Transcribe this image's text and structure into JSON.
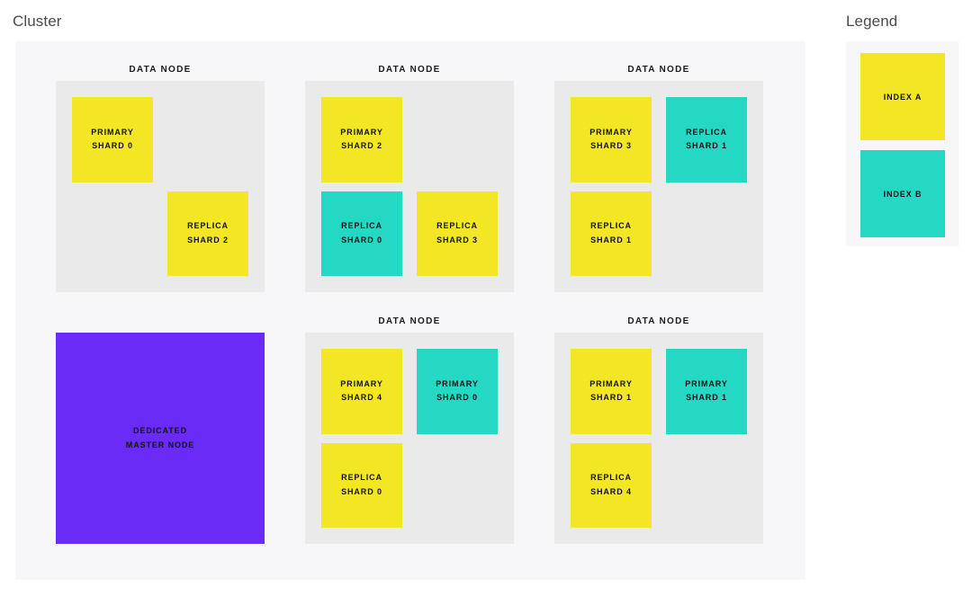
{
  "cluster": {
    "title": "Cluster",
    "node_label": "DATA NODE",
    "nodes": [
      {
        "label": "DATA NODE",
        "shards": [
          {
            "kind": "PRIMARY",
            "shard": "SHARD 0",
            "index": "index-a"
          },
          {
            "kind": "",
            "shard": "",
            "index": "empty"
          },
          {
            "kind": "",
            "shard": "",
            "index": "empty"
          },
          {
            "kind": "REPLICA",
            "shard": "SHARD 2",
            "index": "index-a"
          }
        ]
      },
      {
        "label": "DATA NODE",
        "shards": [
          {
            "kind": "PRIMARY",
            "shard": "SHARD 2",
            "index": "index-a"
          },
          {
            "kind": "",
            "shard": "",
            "index": "empty"
          },
          {
            "kind": "REPLICA",
            "shard": "SHARD 0",
            "index": "index-b"
          },
          {
            "kind": "REPLICA",
            "shard": "SHARD 3",
            "index": "index-a"
          }
        ]
      },
      {
        "label": "DATA NODE",
        "shards": [
          {
            "kind": "PRIMARY",
            "shard": "SHARD 3",
            "index": "index-a"
          },
          {
            "kind": "REPLICA",
            "shard": "SHARD 1",
            "index": "index-b"
          },
          {
            "kind": "REPLICA",
            "shard": "SHARD 1",
            "index": "index-a"
          },
          {
            "kind": "",
            "shard": "",
            "index": "empty"
          }
        ]
      },
      {
        "label": "DATA NODE",
        "shards": [
          {
            "kind": "PRIMARY",
            "shard": "SHARD 4",
            "index": "index-a"
          },
          {
            "kind": "PRIMARY",
            "shard": "SHARD 0",
            "index": "index-b"
          },
          {
            "kind": "REPLICA",
            "shard": "SHARD 0",
            "index": "index-a"
          },
          {
            "kind": "",
            "shard": "",
            "index": "empty"
          }
        ]
      },
      {
        "label": "DATA NODE",
        "shards": [
          {
            "kind": "PRIMARY",
            "shard": "SHARD 1",
            "index": "index-a"
          },
          {
            "kind": "PRIMARY",
            "shard": "SHARD 1",
            "index": "index-b"
          },
          {
            "kind": "REPLICA",
            "shard": "SHARD 4",
            "index": "index-a"
          },
          {
            "kind": "",
            "shard": "",
            "index": "empty"
          }
        ]
      }
    ],
    "master_node": {
      "line1": "DEDICATED",
      "line2": "MASTER NODE"
    }
  },
  "legend": {
    "title": "Legend",
    "items": [
      {
        "label": "INDEX A",
        "index": "index-a"
      },
      {
        "label": "INDEX B",
        "index": "index-b"
      }
    ]
  },
  "colors": {
    "index_a": "#f3e625",
    "index_b": "#25d8c4",
    "master_node": "#6a2bf7",
    "node_box": "#eaeaea",
    "panel_bg": "#f7f6f8",
    "text": "#141414",
    "title": "#4a4a4a"
  }
}
